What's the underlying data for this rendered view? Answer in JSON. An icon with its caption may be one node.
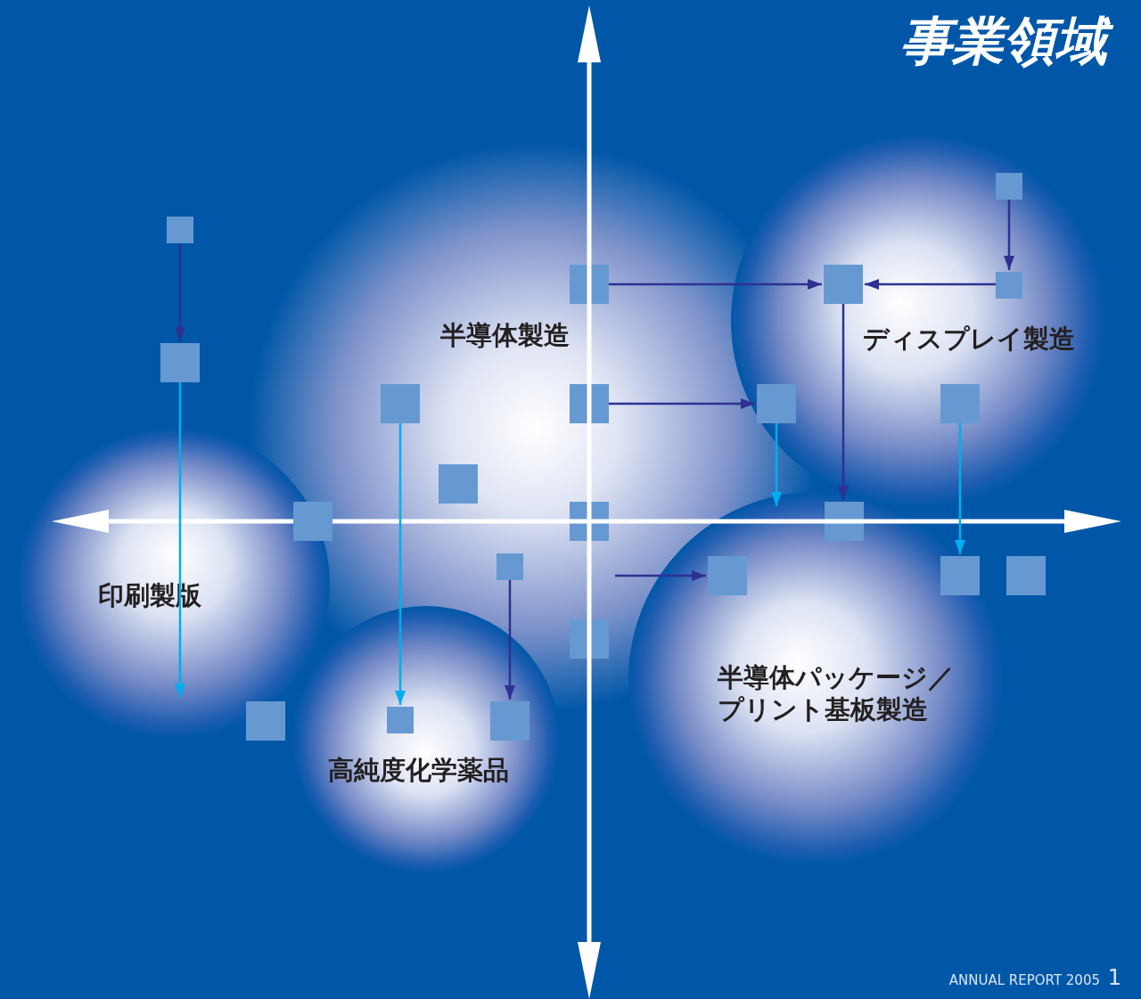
{
  "diagram": {
    "title": "事業領域",
    "nodes": [
      {
        "text": [
          "半導体製造"
        ]
      },
      {
        "text": [
          "ディスプレイ製造"
        ]
      },
      {
        "text": [
          "印刷製版"
        ]
      },
      {
        "text": [
          "高純度化学薬品"
        ]
      },
      {
        "text": [
          "半導体パッケージ／プリント基板製造"
        ]
      },
      {
        "text": [],
        "shape": "box",
        "in": 1
      },
      {
        "text": [],
        "shape": "box"
      },
      {
        "text": [],
        "shape": "box",
        "in": 0
      },
      {
        "text": [],
        "shape": "box",
        "in": 1
      },
      {
        "text": [],
        "shape": "box",
        "in": 1
      },
      {
        "text": [],
        "shape": "box"
      },
      {
        "text": [],
        "shape": "box",
        "in": 0
      },
      {
        "text": [],
        "shape": "box",
        "in": 0
      },
      {
        "text": [],
        "shape": "box"
      },
      {
        "text": [],
        "shape": "box",
        "in": 1
      },
      {
        "text": [],
        "shape": "box",
        "in": 0
      },
      {
        "text": [],
        "shape": "box"
      },
      {
        "text": [],
        "shape": "box",
        "in": 0
      },
      {
        "text": [],
        "shape": "box",
        "in": 4
      },
      {
        "text": [],
        "shape": "box",
        "in": 0
      },
      {
        "text": [],
        "shape": "box"
      },
      {
        "text": [],
        "shape": "box",
        "in": 4
      },
      {
        "text": [],
        "shape": "box"
      },
      {
        "text": [],
        "shape": "box",
        "in": 0
      },
      {
        "text": [],
        "shape": "box"
      },
      {
        "text": [],
        "shape": "box",
        "in": 3
      },
      {
        "text": [],
        "shape": "box",
        "in": 3
      }
    ],
    "edges": [
      {
        "from": 6,
        "to": 10,
        "arrow": "to"
      },
      {
        "from": 10,
        "to": 2,
        "arrow": "to",
        "color": "#00aeef"
      },
      {
        "from": 11,
        "to": 25,
        "arrow": "to",
        "color": "#00aeef"
      },
      {
        "from": 19,
        "to": 26,
        "arrow": "to"
      },
      {
        "from": 7,
        "to": 8,
        "arrow": "to"
      },
      {
        "from": 9,
        "to": 8,
        "arrow": "to"
      },
      {
        "from": 5,
        "to": 9,
        "arrow": "to"
      },
      {
        "from": 12,
        "to": 13,
        "arrow": "to"
      },
      {
        "from": 8,
        "to": 18,
        "arrow": "to"
      },
      {
        "from": 13,
        "to": 4,
        "arrow": "to",
        "color": "#00aeef"
      },
      {
        "from": 14,
        "to": 21,
        "arrow": "to",
        "color": "#00aeef"
      },
      {
        "from": null,
        "to": 20,
        "arrow": "to"
      }
    ],
    "labels": [
      "ANNUAL REPORT 2005",
      "1"
    ]
  }
}
